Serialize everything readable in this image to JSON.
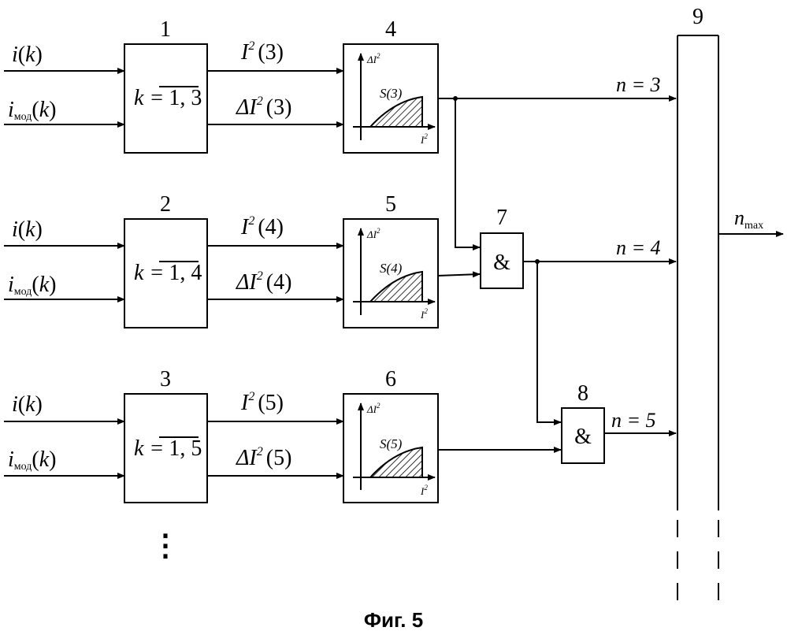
{
  "caption": "Фиг. 5",
  "inputs": {
    "i_main": "i",
    "i_mod": "i",
    "i_mod_sub": "мод",
    "k": "k"
  },
  "blocks": [
    {
      "number": "1",
      "k_eq": "k =",
      "range": "1, 3",
      "out_i2": "I",
      "out_di2": "ΔI",
      "arg": "(3)"
    },
    {
      "number": "2",
      "k_eq": "k =",
      "range": "1, 4",
      "out_i2": "I",
      "out_di2": "ΔI",
      "arg": "(4)"
    },
    {
      "number": "3",
      "k_eq": "k =",
      "range": "1, 5",
      "out_i2": "I",
      "out_di2": "ΔI",
      "arg": "(5)"
    }
  ],
  "integrators": [
    {
      "number": "4",
      "s_label": "S(3)",
      "y_axis": "ΔI",
      "x_axis": "I"
    },
    {
      "number": "5",
      "s_label": "S(4)",
      "y_axis": "ΔI",
      "x_axis": "I"
    },
    {
      "number": "6",
      "s_label": "S(5)",
      "y_axis": "ΔI",
      "x_axis": "I"
    }
  ],
  "and_gates": [
    {
      "number": "7",
      "symbol": "&"
    },
    {
      "number": "8",
      "symbol": "&"
    }
  ],
  "collector": {
    "number": "9",
    "output_n": "n",
    "output_sub": "max"
  },
  "n_labels": [
    "n = 3",
    "n = 4",
    "n = 5"
  ],
  "superscript": "2",
  "continuation": "⋮"
}
